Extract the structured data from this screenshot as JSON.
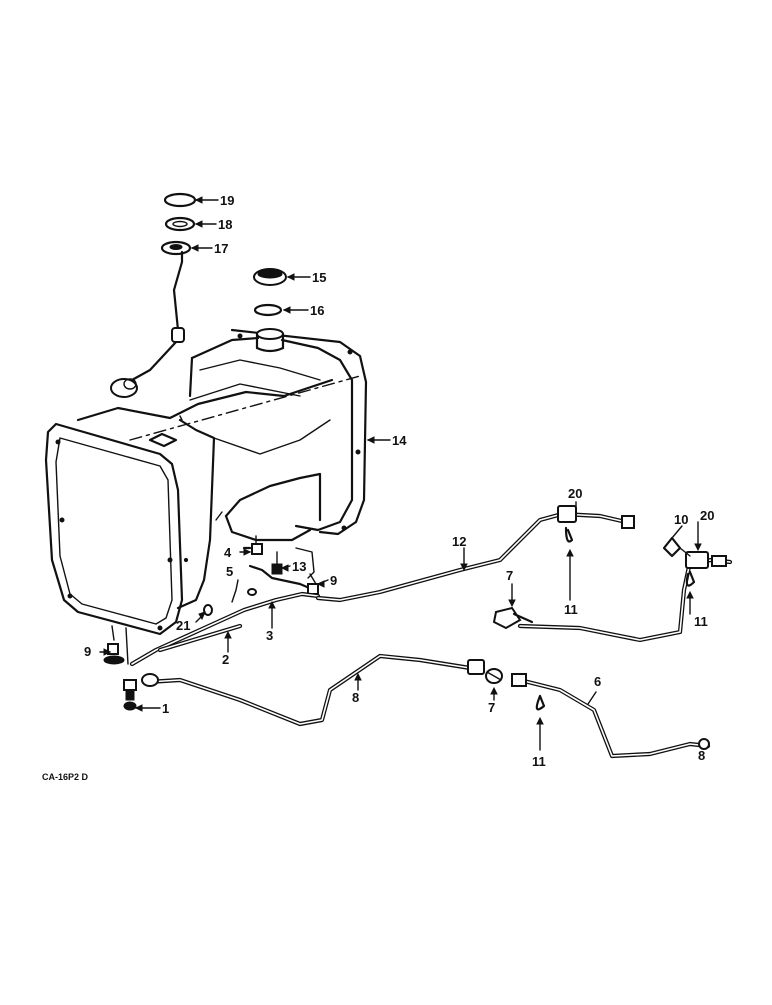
{
  "figure": {
    "code": "CA-16P2 D",
    "callouts": {
      "c19": "19",
      "c18": "18",
      "c17": "17",
      "c15": "15",
      "c16": "16",
      "c14": "14",
      "c20a": "20",
      "c20b": "20",
      "c10": "10",
      "c12": "12",
      "c4": "4",
      "c13": "13",
      "c5": "5",
      "c9a": "9",
      "c7a": "7",
      "c11a": "11",
      "c11b": "11",
      "c21": "21",
      "c3": "3",
      "c2": "2",
      "c9b": "9",
      "c1": "1",
      "c8a": "8",
      "c7b": "7",
      "c6": "6",
      "c11c": "11",
      "c8b": "8"
    }
  }
}
